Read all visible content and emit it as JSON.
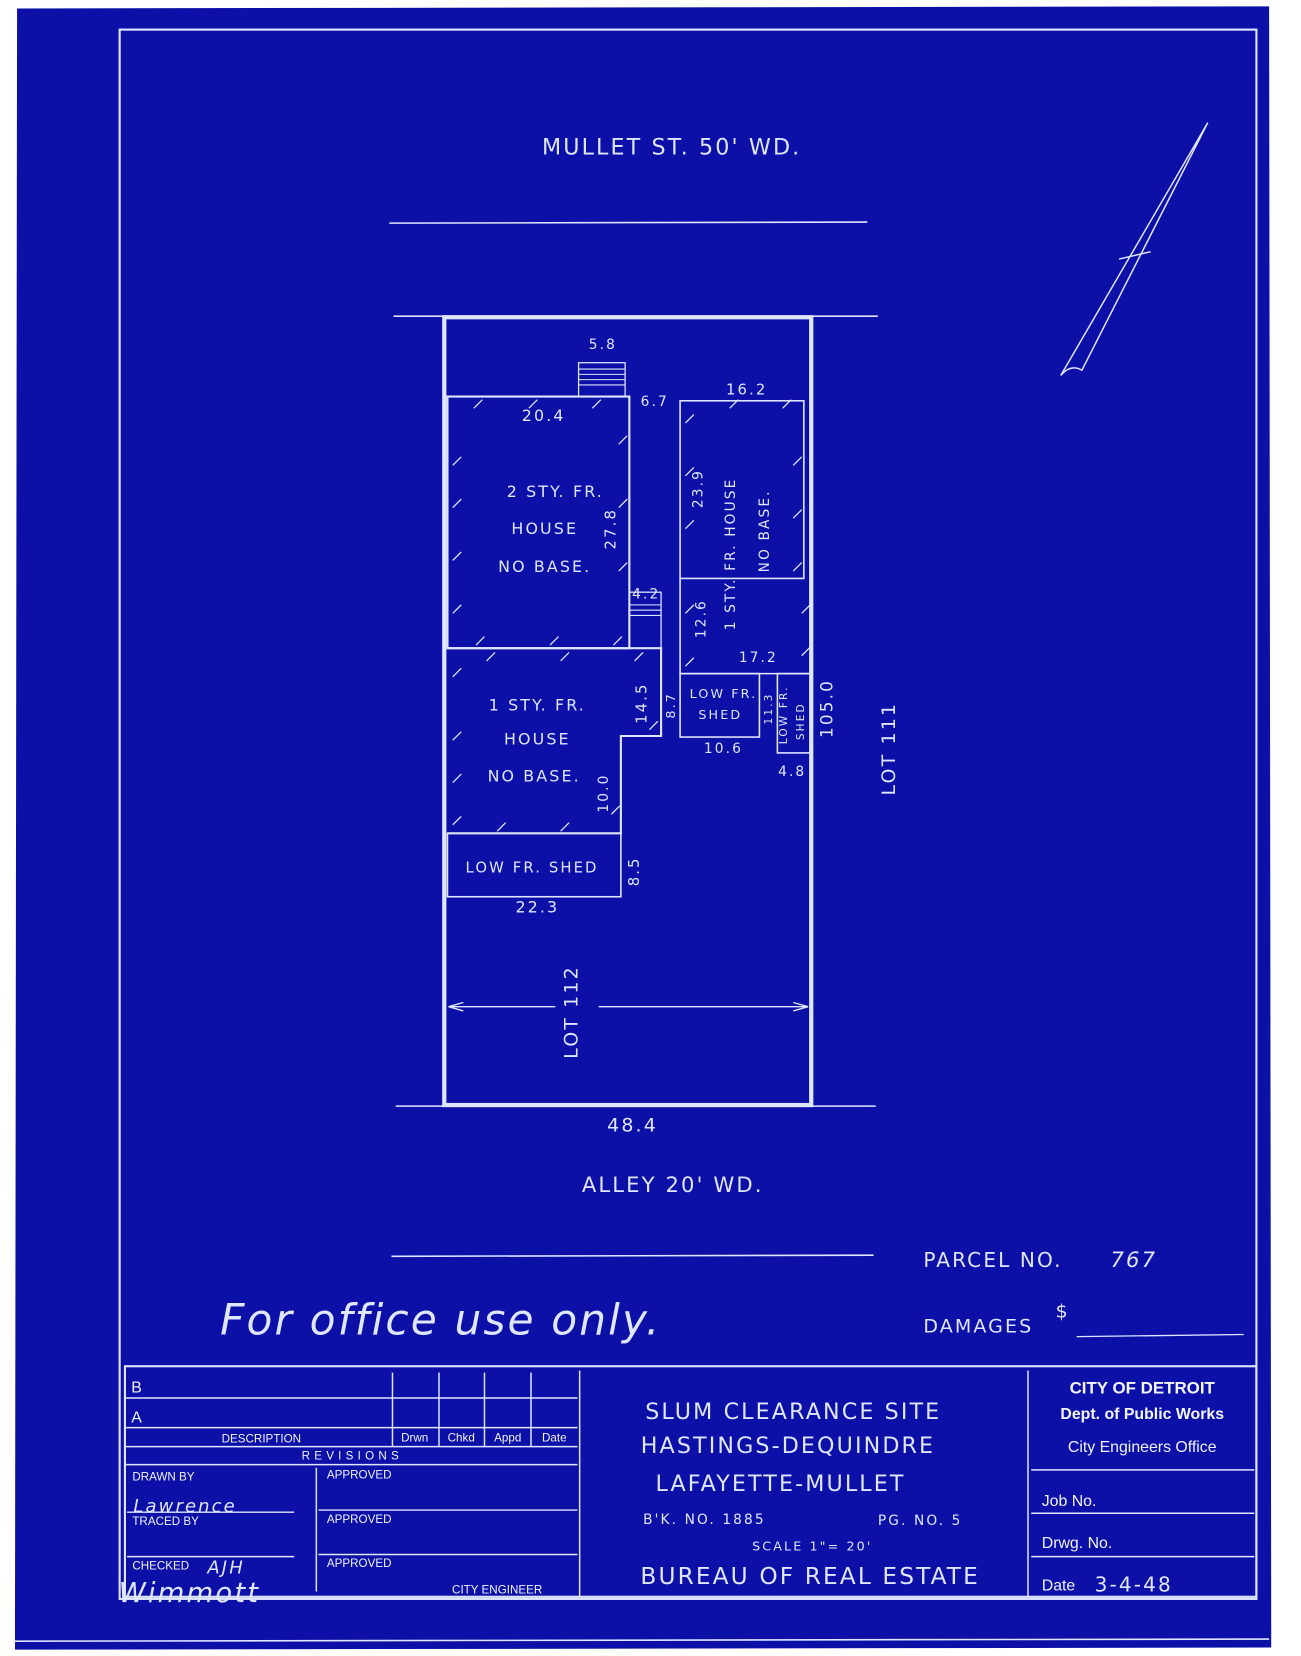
{
  "drawing": {
    "street_top": "MULLET ST. 50' WD.",
    "street_bottom": "ALLEY 20' WD.",
    "lot_right": "LOT 111",
    "lot_center": "LOT 112",
    "lot_width": "48.4",
    "lot_depth": "105.0",
    "buildings": [
      {
        "label_lines": [
          "2 STY. FR.",
          "HOUSE",
          "NO BASE."
        ],
        "width": "20.4",
        "depth": "27.8"
      },
      {
        "label_lines": [
          "1 STY. FR.",
          "HOUSE",
          "NO BASE."
        ],
        "depth": "14.5",
        "notch": "10.0"
      },
      {
        "label": "LOW FR. SHED",
        "width": "22.3",
        "depth": "8.5"
      },
      {
        "label": "1 STY. FR. HOUSE",
        "label2": "NO BASE.",
        "width": "16.2",
        "depth": "23.9"
      },
      {
        "label": "1 STY.",
        "depth": "12.6",
        "width": "17.2"
      },
      {
        "label_lines": [
          "LOW FR.",
          "SHED"
        ],
        "width": "10.6",
        "depth": "8.7"
      },
      {
        "label_lines": [
          "LOW FR.",
          "SHED"
        ],
        "width": "4.8",
        "depth": "11.3"
      }
    ],
    "porch_front": "5.8",
    "porch_side": "4.2",
    "side_yard": "6.7"
  },
  "parcel": {
    "label": "PARCEL NO.",
    "value": "767"
  },
  "damages": {
    "label": "DAMAGES",
    "currency": "$"
  },
  "note_handwritten": "For office use only.",
  "title_block": {
    "revisions": {
      "rows": [
        "B",
        "A"
      ],
      "description": "DESCRIPTION",
      "cols": [
        "Drwn",
        "Chkd",
        "Appd",
        "Date"
      ],
      "title": "REVISIONS"
    },
    "drawn_by": "DRAWN BY",
    "drawn_by_name": "Lawrence",
    "traced_by": "TRACED BY",
    "checked": "CHECKED",
    "checked_initials": "AJH",
    "checked_name": "Wimmott",
    "approved": "APPROVED",
    "city_engineer": "CITY ENGINEER",
    "project": [
      "SLUM CLEARANCE SITE",
      "HASTINGS-DEQUINDRE",
      "LAFAYETTE-MULLET"
    ],
    "book_no": "B'K. NO. 1885",
    "page_no": "PG. NO. 5",
    "scale": "SCALE 1\"= 20'",
    "bureau": "BUREAU OF REAL ESTATE",
    "org": [
      "CITY OF DETROIT",
      "Dept. of Public Works",
      "City Engineers Office"
    ],
    "job_no": "Job No.",
    "drwg_no": "Drwg. No.",
    "date_label": "Date",
    "date_value": "3-4-48"
  }
}
